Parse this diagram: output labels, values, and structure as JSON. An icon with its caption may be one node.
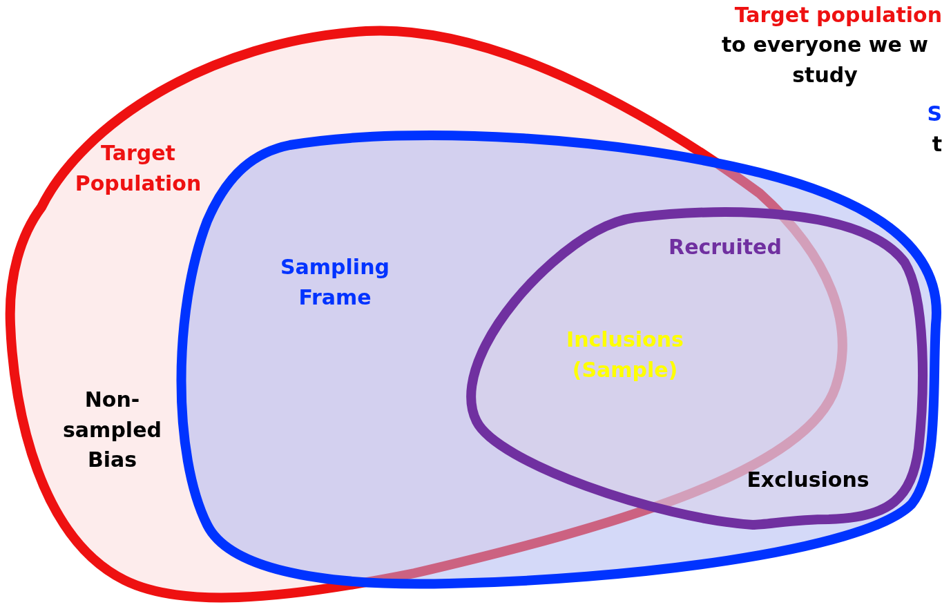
{
  "diagram": {
    "nodes": [
      {
        "text": [
          "Target Population"
        ]
      },
      {
        "text": [
          "Sampling Frame"
        ]
      },
      {
        "text": [
          "Recruited"
        ],
        "in": 1
      }
    ],
    "edges": [],
    "labels": [
      "Target population",
      "to everyone we w study",
      "S",
      "t",
      "Inclusions (Sample)",
      "Non-sampled Bias",
      "Exclusions"
    ]
  }
}
